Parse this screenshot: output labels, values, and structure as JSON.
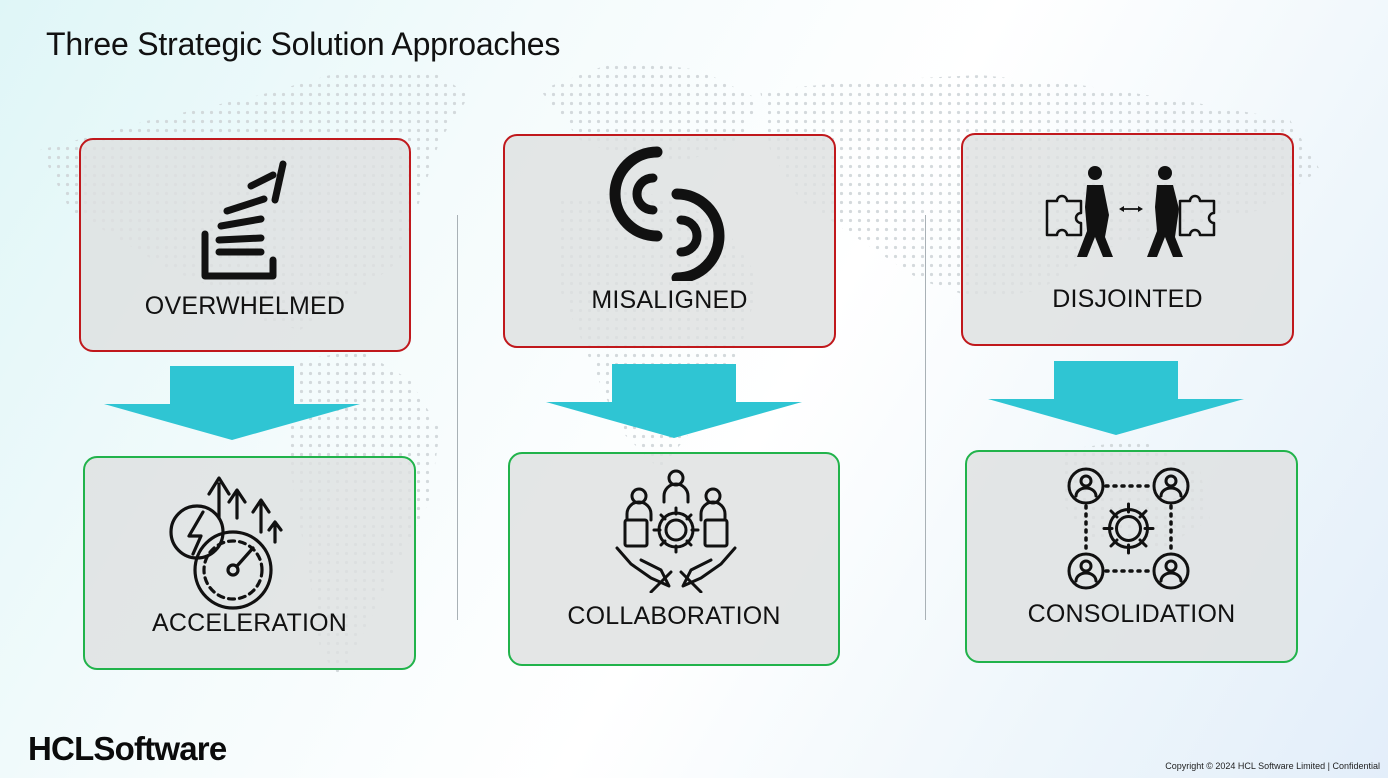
{
  "slide": {
    "title": "Three Strategic Solution Approaches"
  },
  "colors": {
    "problem_border": "#c0181c",
    "solution_border": "#21b34b",
    "arrow": "#2fc5d3",
    "card_fill": "#dedfe0"
  },
  "columns": [
    {
      "problem": {
        "label": "OVERWHELMED",
        "icon": "overwhelmed-icon"
      },
      "solution": {
        "label": "ACCELERATION",
        "icon": "acceleration-icon"
      }
    },
    {
      "problem": {
        "label": "MISALIGNED",
        "icon": "misaligned-icon"
      },
      "solution": {
        "label": "COLLABORATION",
        "icon": "collaboration-icon"
      }
    },
    {
      "problem": {
        "label": "DISJOINTED",
        "icon": "disjointed-icon"
      },
      "solution": {
        "label": "CONSOLIDATION",
        "icon": "consolidation-icon"
      }
    }
  ],
  "footer": {
    "brand": "HCLSoftware",
    "copyright": "Copyright © 2024 HCL Software Limited | Confidential"
  }
}
